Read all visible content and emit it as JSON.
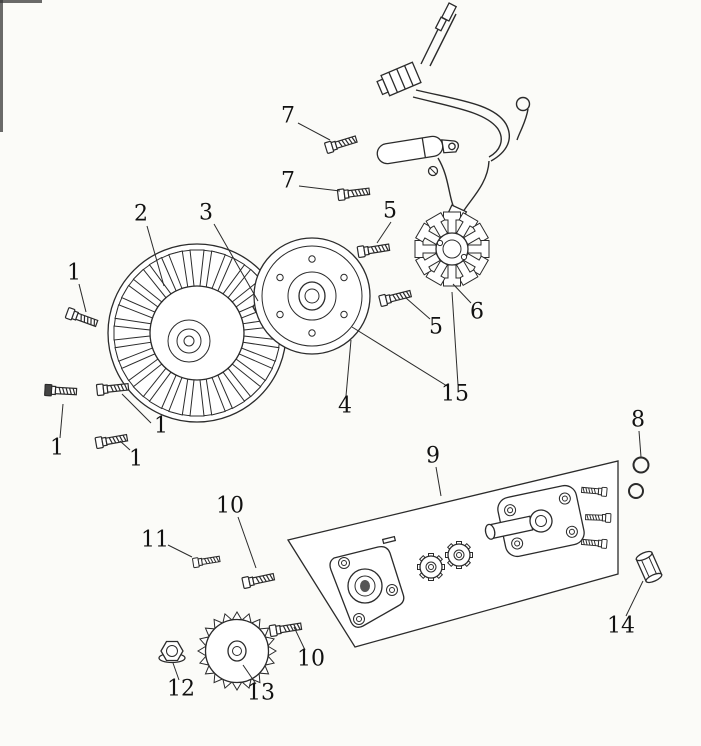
{
  "diagram": {
    "type": "exploded-parts-diagram",
    "colors": {
      "line": "#2b2b2b",
      "bg": "#fbfbf8",
      "label": "#111111"
    },
    "unique_part_numbers": [
      "1",
      "2",
      "3",
      "4",
      "5",
      "6",
      "7",
      "8",
      "9",
      "10",
      "11",
      "12",
      "13",
      "14",
      "15"
    ],
    "callouts": [
      {
        "text": "7"
      },
      {
        "text": "7"
      },
      {
        "text": "2"
      },
      {
        "text": "3"
      },
      {
        "text": "5"
      },
      {
        "text": "1"
      },
      {
        "text": "6"
      },
      {
        "text": "5"
      },
      {
        "text": "1"
      },
      {
        "text": "4"
      },
      {
        "text": "15"
      },
      {
        "text": "1"
      },
      {
        "text": "1"
      },
      {
        "text": "8"
      },
      {
        "text": "9"
      },
      {
        "text": "10"
      },
      {
        "text": "11"
      },
      {
        "text": "14"
      },
      {
        "text": "10"
      },
      {
        "text": "12"
      },
      {
        "text": "13"
      }
    ]
  }
}
